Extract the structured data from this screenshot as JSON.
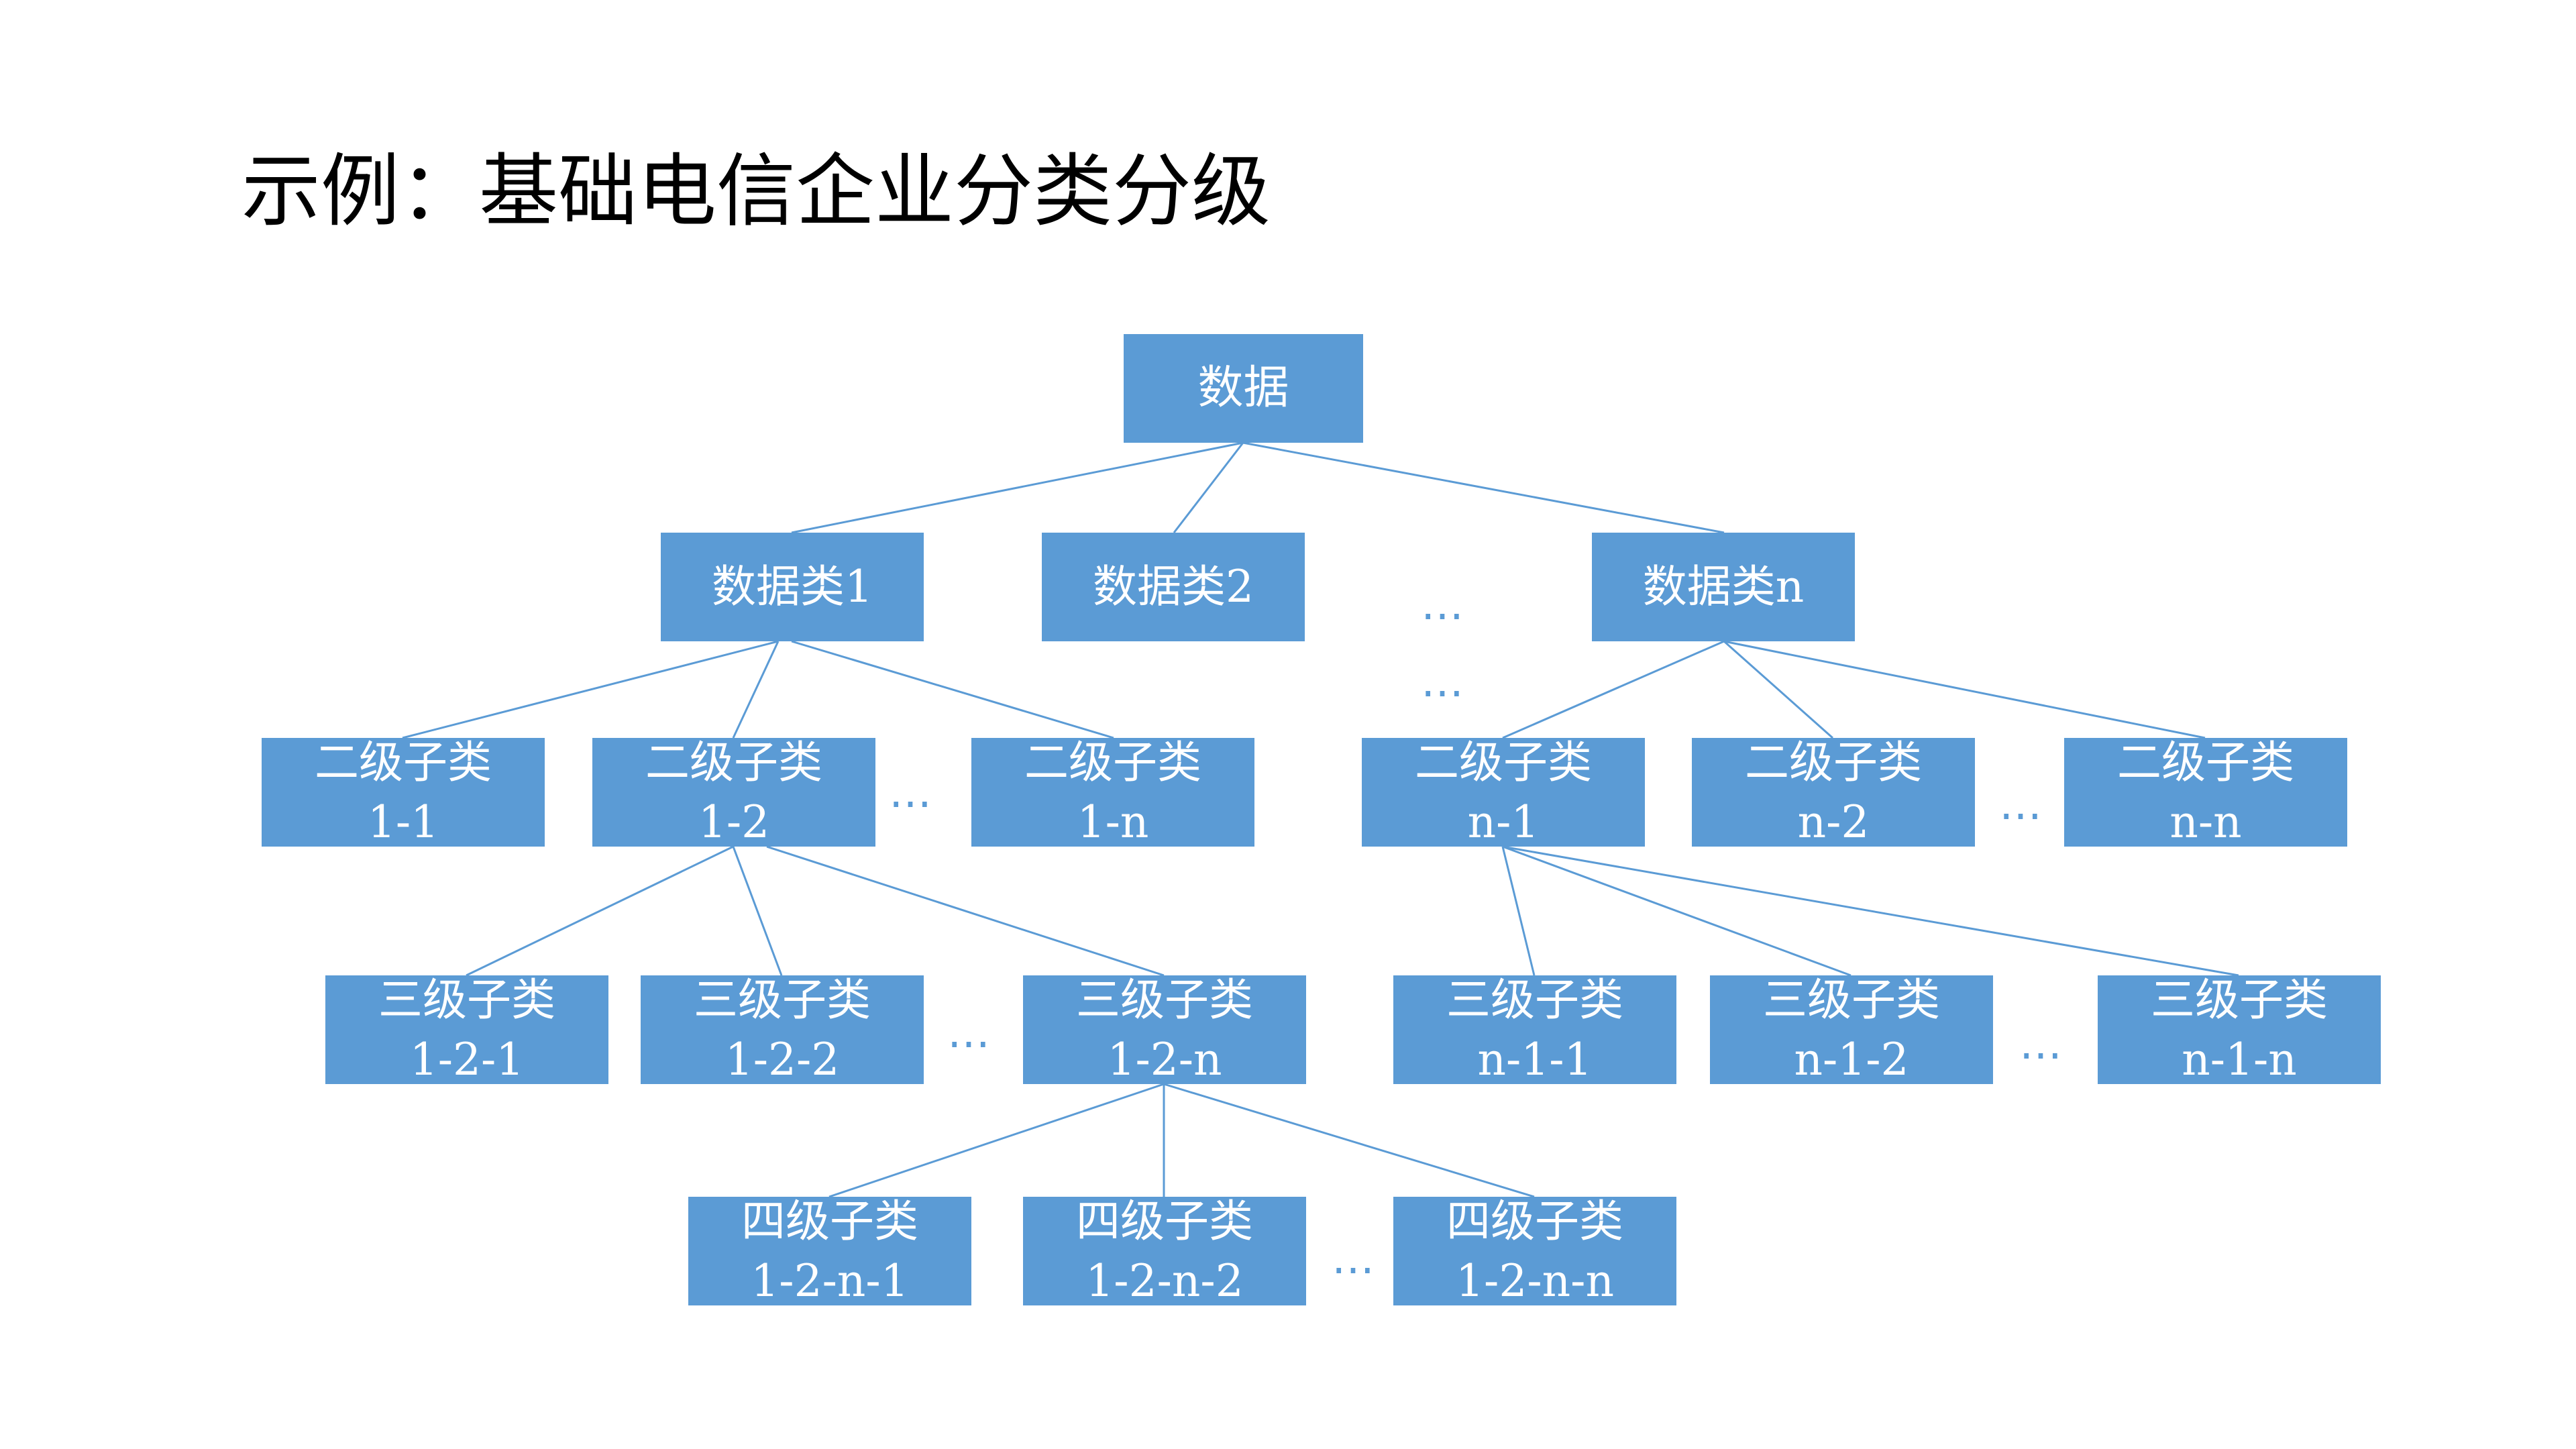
{
  "title": "示例：基础电信企业分类分级",
  "colors": {
    "box_fill": "#5b9bd5",
    "box_text": "#ffffff",
    "edge": "#5b9bd5",
    "title_text": "#000000"
  },
  "ellipsis": "…",
  "nodes": {
    "root": {
      "line1": "数据"
    },
    "c1": {
      "line1": "数据类1"
    },
    "c2": {
      "line1": "数据类2"
    },
    "cn": {
      "line1": "数据类n"
    },
    "s1_1": {
      "line1": "二级子类",
      "line2": "1-1"
    },
    "s1_2": {
      "line1": "二级子类",
      "line2": "1-2"
    },
    "s1_n": {
      "line1": "二级子类",
      "line2": "1-n"
    },
    "sn_1": {
      "line1": "二级子类",
      "line2": "n-1"
    },
    "sn_2": {
      "line1": "二级子类",
      "line2": "n-2"
    },
    "sn_n": {
      "line1": "二级子类",
      "line2": "n-n"
    },
    "t1_2_1": {
      "line1": "三级子类",
      "line2": "1-2-1"
    },
    "t1_2_2": {
      "line1": "三级子类",
      "line2": "1-2-2"
    },
    "t1_2_n": {
      "line1": "三级子类",
      "line2": "1-2-n"
    },
    "tn_1_1": {
      "line1": "三级子类",
      "line2": "n-1-1"
    },
    "tn_1_2": {
      "line1": "三级子类",
      "line2": "n-1-2"
    },
    "tn_1_n": {
      "line1": "三级子类",
      "line2": "n-1-n"
    },
    "f1": {
      "line1": "四级子类",
      "line2": "1-2-n-1"
    },
    "f2": {
      "line1": "四级子类",
      "line2": "1-2-n-2"
    },
    "fn": {
      "line1": "四级子类",
      "line2": "1-2-n-n"
    }
  }
}
